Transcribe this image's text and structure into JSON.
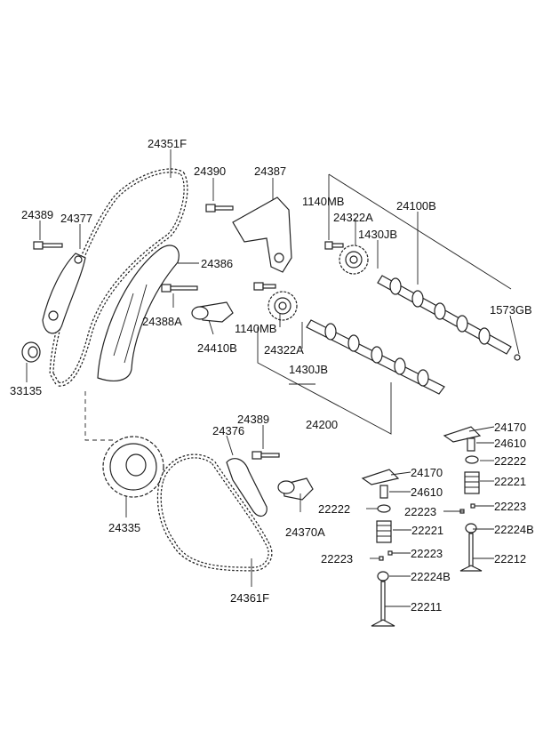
{
  "labels": {
    "l24351F": "24351F",
    "l24390": "24390",
    "l24387": "24387",
    "l1140MB_top": "1140MB",
    "l24322A_top": "24322A",
    "l24100B": "24100B",
    "l1430JB_top": "1430JB",
    "l24389_top": "24389",
    "l24377": "24377",
    "l24386": "24386",
    "l1573GB": "1573GB",
    "l24388A": "24388A",
    "l1140MB_mid": "1140MB",
    "l24410B": "24410B",
    "l24322A_mid": "24322A",
    "l33135": "33135",
    "l1430JB_mid": "1430JB",
    "l24200": "24200",
    "l24170_a": "24170",
    "l24610_a": "24610",
    "l24389_b": "24389",
    "l24376": "24376",
    "l22222_a": "22222",
    "l24170_b": "24170",
    "l22221_a": "22221",
    "l24610_b": "24610",
    "l22222_b": "22222",
    "l22223_a": "22223",
    "l22223_b": "22223",
    "l24335": "24335",
    "l24370A": "24370A",
    "l22221_b": "22221",
    "l22224B_a": "22224B",
    "l22223_c": "22223",
    "l22223_d": "22223",
    "l22212": "22212",
    "l24361F": "24361F",
    "l22224B_b": "22224B",
    "l22211": "22211"
  }
}
